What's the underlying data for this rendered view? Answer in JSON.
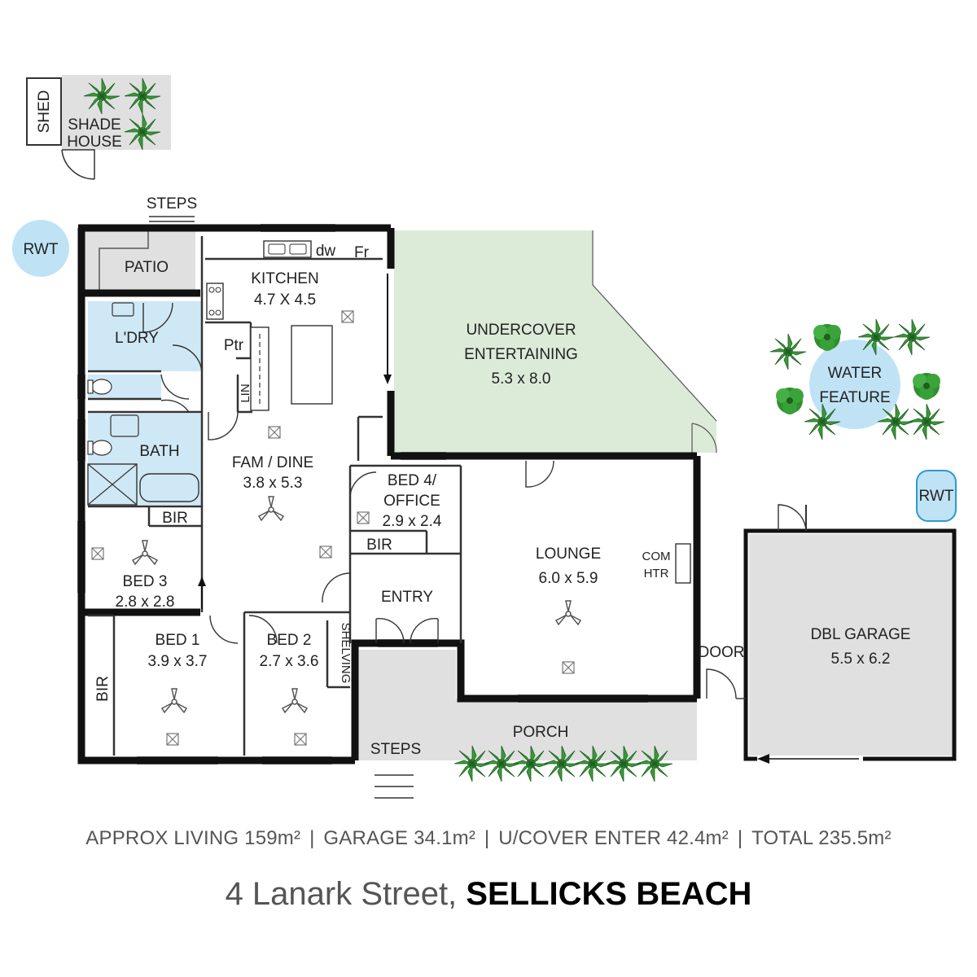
{
  "rooms": {
    "shed": "SHED",
    "shade_house": [
      "SHADE",
      "HOUSE"
    ],
    "steps_top": "STEPS",
    "rwt_left": "RWT",
    "rwt_right": "RWT",
    "patio": "PATIO",
    "kitchen": {
      "name": "KITCHEN",
      "size": "4.7 X 4.5"
    },
    "dw": "dw",
    "fr": "Fr",
    "ptr": "Ptr",
    "lin": "LIN",
    "laundry": "L'DRY",
    "bath": "BATH",
    "undercover": {
      "name": [
        "UNDERCOVER",
        "ENTERTAINING"
      ],
      "size": "5.3 x 8.0"
    },
    "water_feature": [
      "WATER",
      "FEATURE"
    ],
    "fam_dine": {
      "name": "FAM / DINE",
      "size": "3.8 x 5.3"
    },
    "bed4": {
      "name": [
        "BED 4/",
        "OFFICE"
      ],
      "size": "2.9 x 2.4"
    },
    "bir_bed4": "BIR",
    "bir_bed3": "BIR",
    "bir_bed1": "BIR",
    "bed3": {
      "name": "BED 3",
      "size": "2.8 x 2.8"
    },
    "lounge": {
      "name": "LOUNGE",
      "size": "6.0 x 5.9"
    },
    "com_htr": [
      "COM",
      "HTR"
    ],
    "entry": "ENTRY",
    "bed1": {
      "name": "BED 1",
      "size": "3.9 x 3.7"
    },
    "bed2": {
      "name": "BED 2",
      "size": "2.7 x 3.6"
    },
    "shelving": "SHELVING",
    "porch": "PORCH",
    "steps_bottom": "STEPS",
    "door": "DOOR",
    "garage": {
      "name": "DBL GARAGE",
      "size": "5.5 x 6.2"
    }
  },
  "areas": {
    "living": "APPROX LIVING 159m²",
    "garage": "GARAGE 34.1m²",
    "ucover": "U/COVER ENTER 42.4m²",
    "total": "TOTAL 235.5m²",
    "sep": "|"
  },
  "address": {
    "street": "4 Lanark Street,",
    "suburb": "SELLICKS BEACH"
  },
  "colors": {
    "wall": "#111111",
    "wet_area": "#cfe8f5",
    "outdoor_green": "#dcebd8",
    "paving": "#e0e0e0",
    "water": "#bfe3f5",
    "plant": "#3a9a3a"
  }
}
